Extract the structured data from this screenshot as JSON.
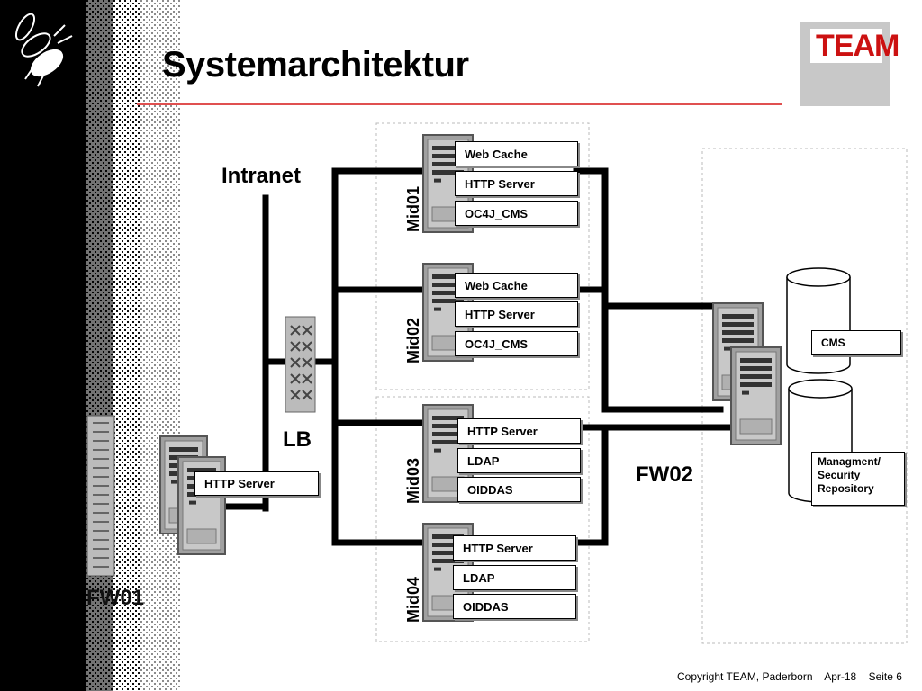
{
  "title": "Systemarchitektur",
  "labels": {
    "intranet": "Intranet",
    "lb": "LB",
    "fw01": "FW01",
    "fw02": "FW02"
  },
  "logo_text": "TEAM",
  "nodes": {
    "mid01": {
      "name": "Mid01",
      "components": [
        "Web Cache",
        "HTTP Server",
        "OC4J_CMS"
      ]
    },
    "mid02": {
      "name": "Mid02",
      "components": [
        "Web Cache",
        "HTTP Server",
        "OC4J_CMS"
      ]
    },
    "mid03": {
      "name": "Mid03",
      "components": [
        "HTTP Server",
        "LDAP",
        "OIDDAS"
      ]
    },
    "mid04": {
      "name": "Mid04",
      "components": [
        "HTTP Server",
        "LDAP",
        "OIDDAS"
      ]
    },
    "front": {
      "components": [
        "HTTP Server"
      ]
    }
  },
  "databases": {
    "cms": "CMS",
    "repo": [
      "Managment/",
      "Security",
      "Repository"
    ]
  },
  "footer": {
    "copyright": "Copyright TEAM, Paderborn",
    "date": "Apr-18",
    "page": "Seite 6"
  },
  "colors": {
    "accent": "#e05050",
    "logo_red": "#cc1111",
    "logo_bg": "#c8c8c8",
    "server": "#a0a0a0"
  }
}
